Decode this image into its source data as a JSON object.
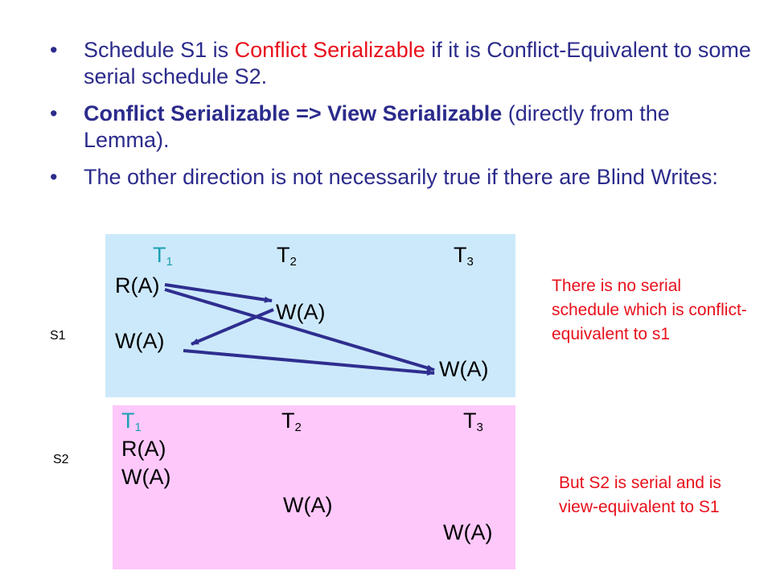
{
  "bullets": {
    "b1": {
      "pre": "Schedule S1 is ",
      "highlight": "Conflict Serializable",
      "post": " if it is Conflict-Equivalent  to some serial schedule S2."
    },
    "b2": {
      "bold": "Conflict Serializable => View Serializable",
      "post": " (directly from the Lemma)."
    },
    "b3": {
      "text": "The other direction is not necessarily true if there are Blind Writes:"
    }
  },
  "schedule1": {
    "label": "S1",
    "t1": "T",
    "t1_sub": "1",
    "t2": "T",
    "t2_sub": "2",
    "t3": "T",
    "t3_sub": "3",
    "op1": "R(A)",
    "op2": "W(A)",
    "op3": "W(A)",
    "op4": "W(A)"
  },
  "schedule2": {
    "label": "S2",
    "t1": "T",
    "t1_sub": "1",
    "t2": "T",
    "t2_sub": "2",
    "t3": "T",
    "t3_sub": "3",
    "op1": "R(A)",
    "op2": "W(A)",
    "op3": "W(A)",
    "op4": "W(A)"
  },
  "notes": {
    "s1_note": "There is no serial schedule which is conflict-equivalent to s1",
    "s2_note": "But S2 is serial and is view-equivalent to S1"
  },
  "colors": {
    "bullet_text": "#2b2b8c",
    "highlight": "#e8101c",
    "teal": "#1aa1b2",
    "s1_bg": "#cce9fb",
    "s2_bg": "#fec8fb",
    "arrow": "#2e2e8f"
  }
}
